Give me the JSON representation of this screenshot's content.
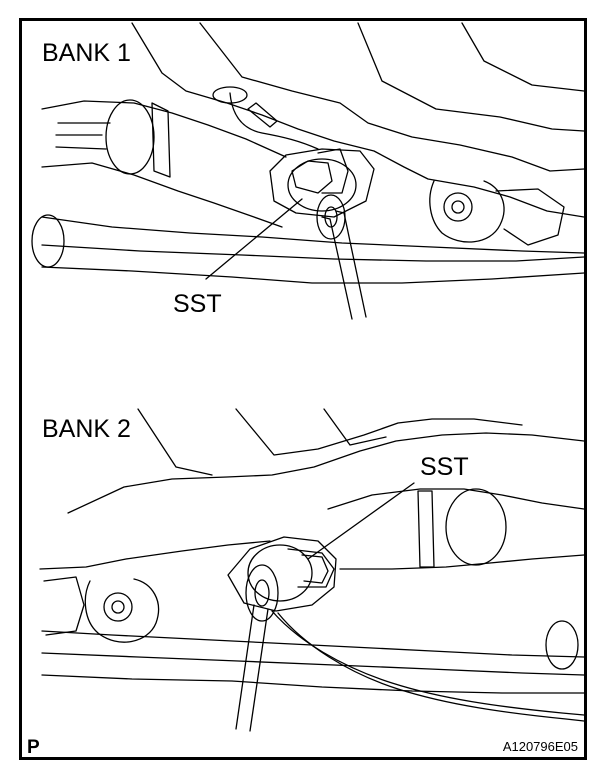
{
  "bank1": {
    "title": "BANK 1",
    "callout": "SST"
  },
  "bank2": {
    "title": "BANK 2",
    "callout": "SST"
  },
  "footer": {
    "corner_mark": "P",
    "figure_id": "A120796E05"
  },
  "colors": {
    "line": "#000000",
    "background": "#ffffff"
  }
}
